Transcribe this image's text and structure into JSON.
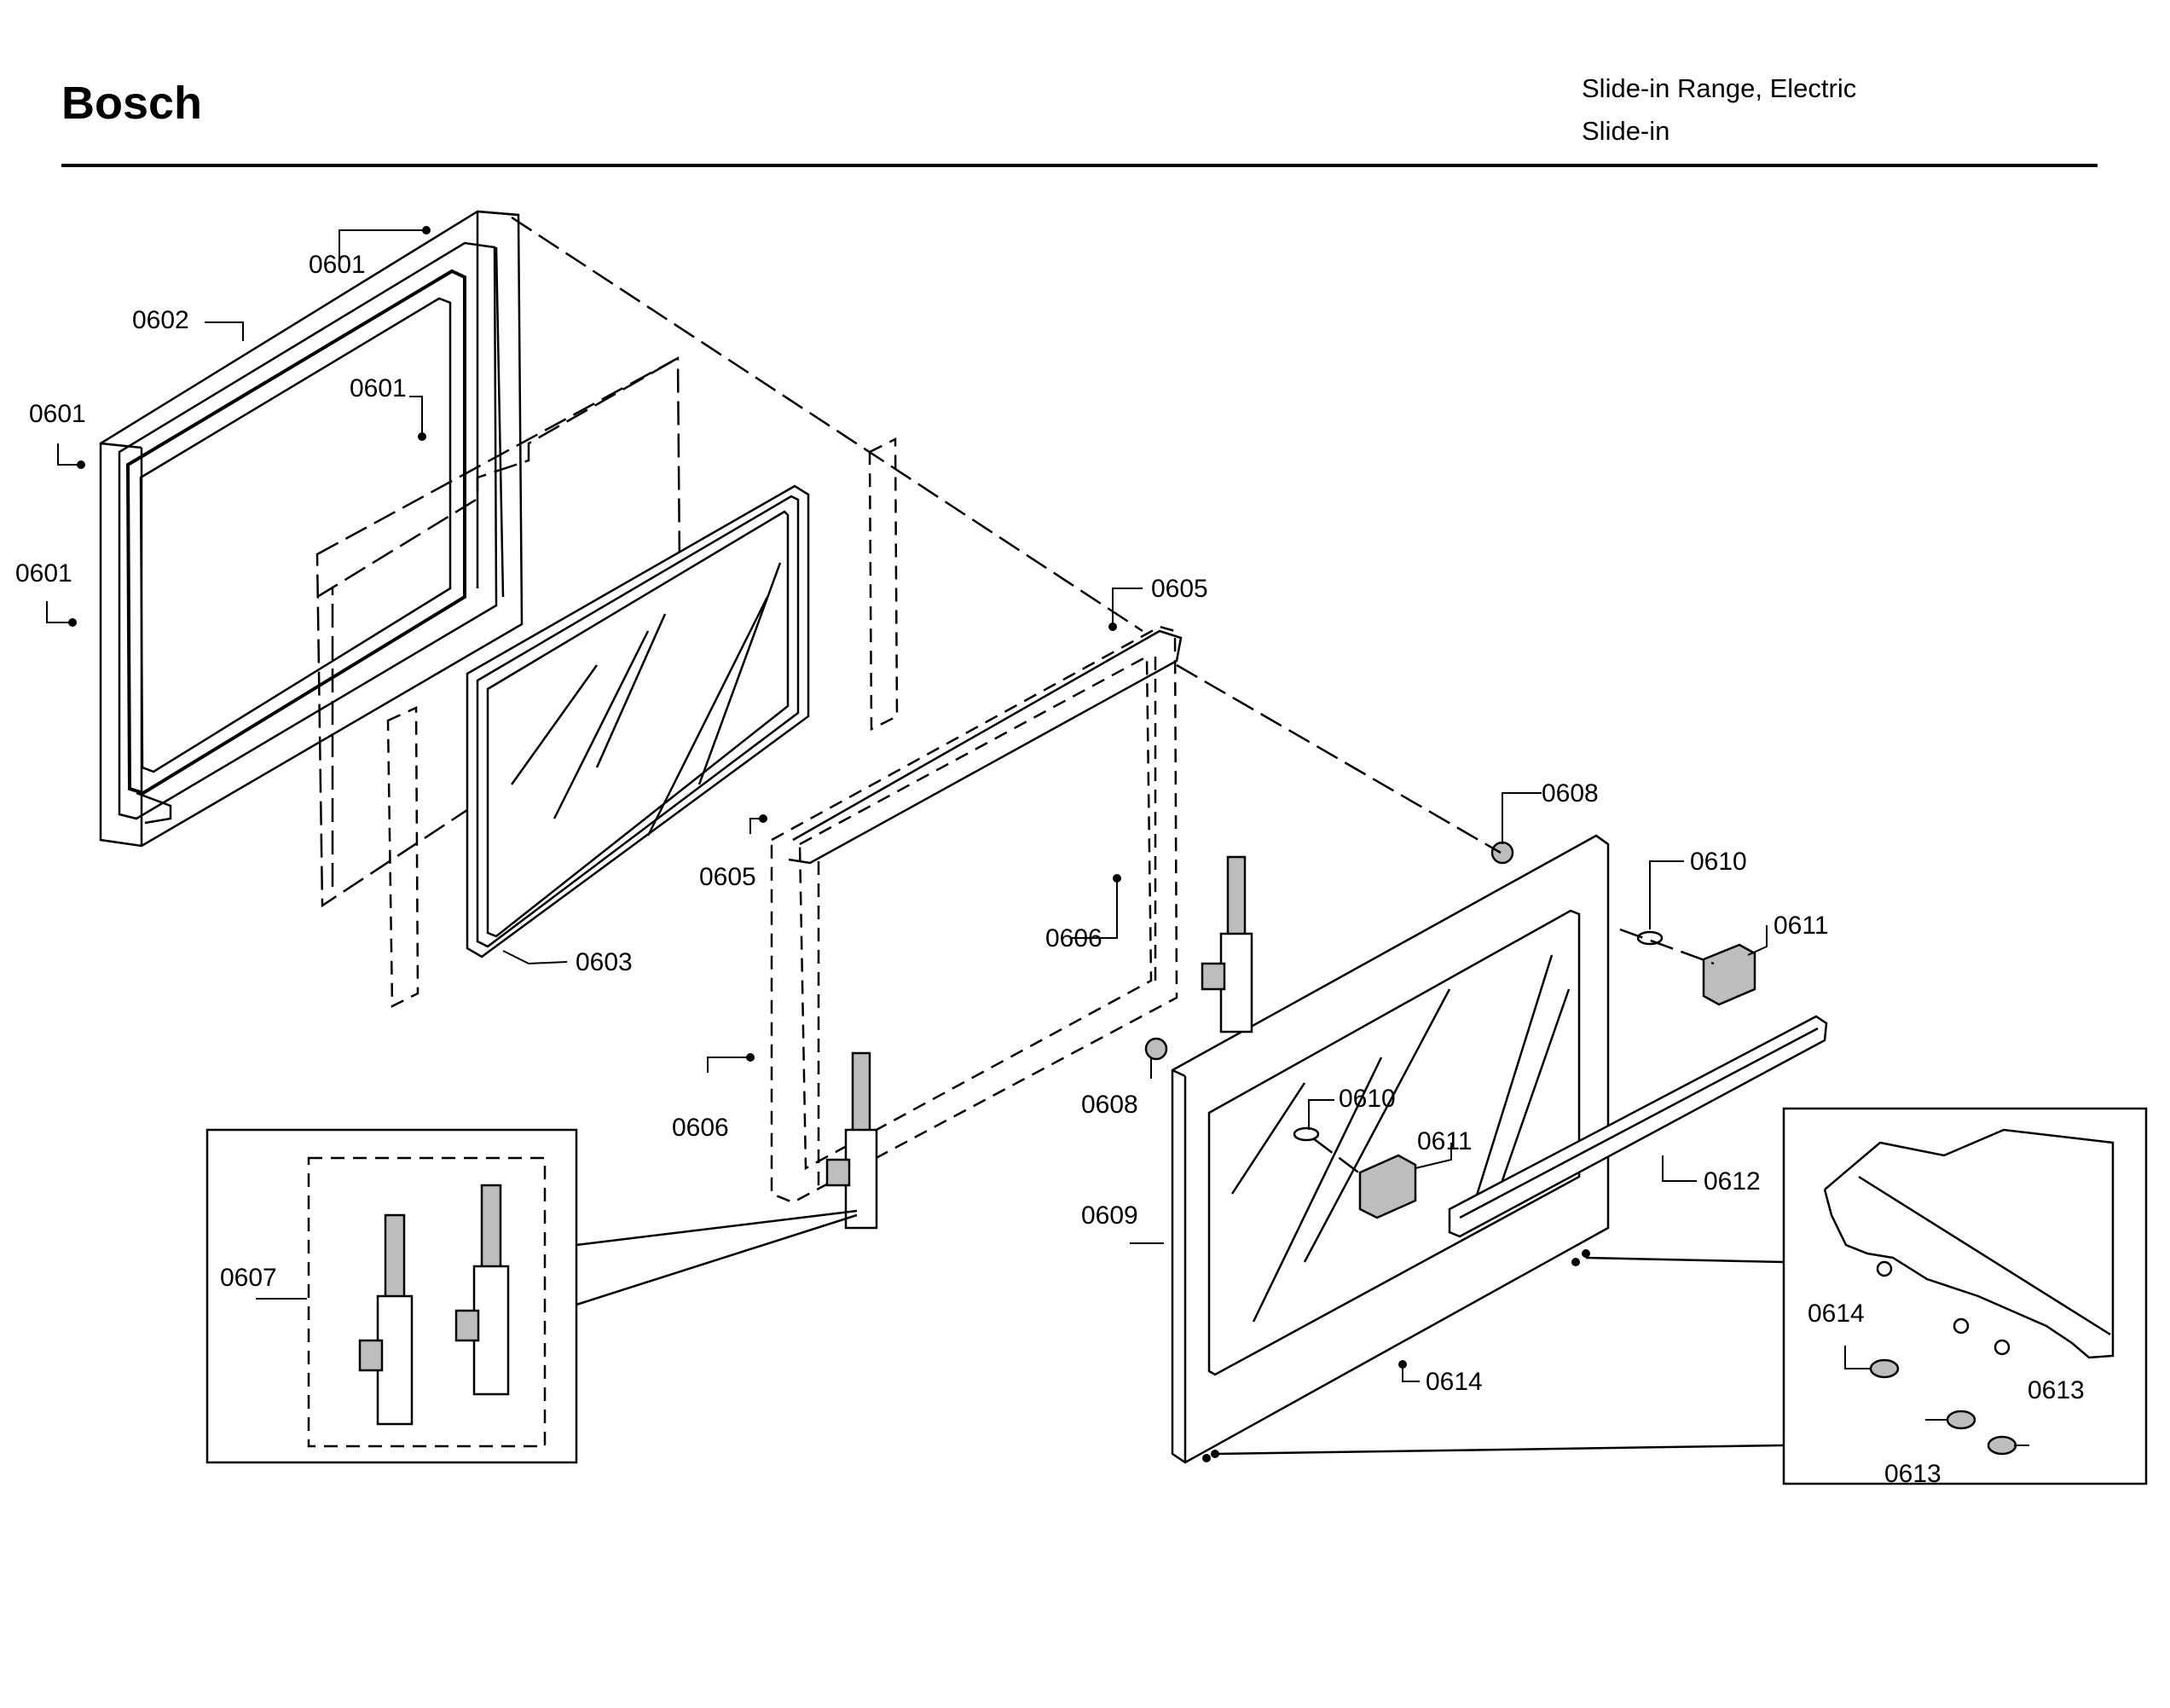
{
  "header": {
    "brand": "Bosch",
    "subtitle_line1": "Slide-in Range, Electric",
    "subtitle_line2": "Slide-in"
  },
  "parts": {
    "p0601": "0601",
    "p0602": "0602",
    "p0603": "0603",
    "p0605": "0605",
    "p0606": "0606",
    "p0607": "0607",
    "p0608": "0608",
    "p0609": "0609",
    "p0610": "0610",
    "p0611": "0611",
    "p0612": "0612",
    "p0613": "0613",
    "p0614": "0614"
  }
}
